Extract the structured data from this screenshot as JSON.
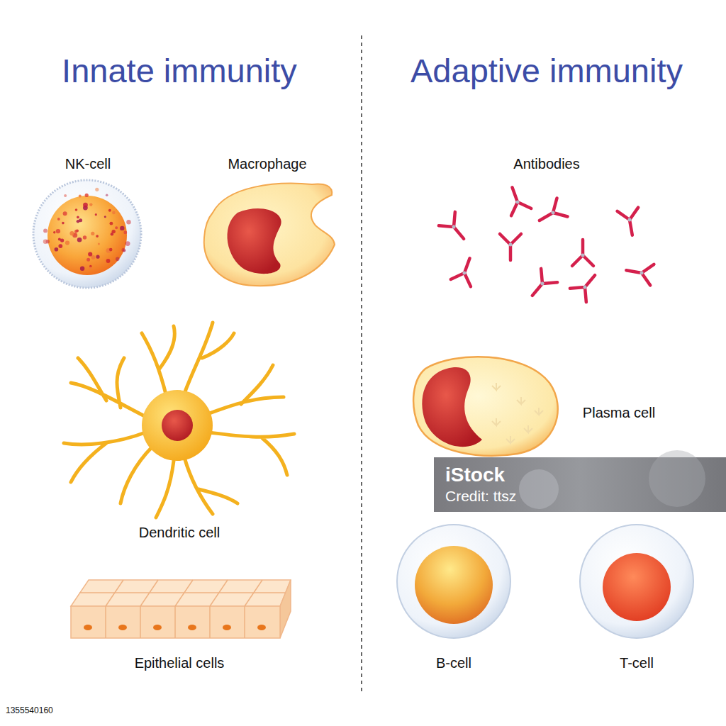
{
  "diagram": {
    "labels": [
      "Innate immunity",
      "Adaptive immunity",
      "NK-cell",
      "Macrophage",
      "Antibodies",
      "Dendritic cell",
      "Plasma cell",
      "Epithelial cells",
      "B-cell",
      "T-cell",
      "iStock",
      "Credit: ttsz",
      "1355540160"
    ]
  }
}
